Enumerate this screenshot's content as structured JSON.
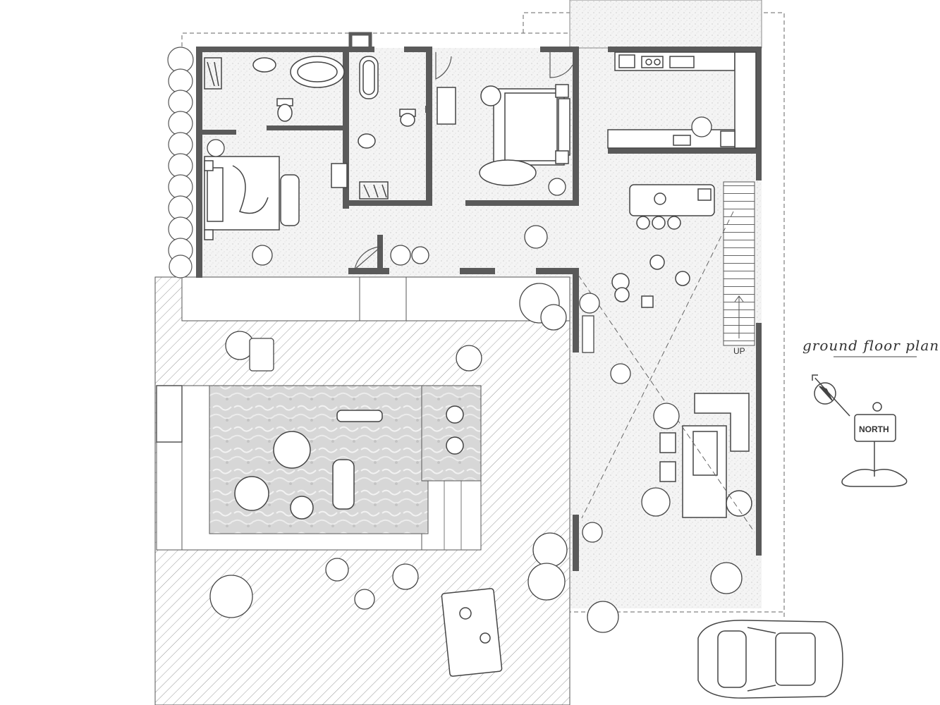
{
  "plan": {
    "title": "ground floor plan",
    "stair_label": "UP",
    "north_sign": "NORTH"
  },
  "colors": {
    "wall": "#5a5a5a",
    "floor_speckle": "#efefef",
    "deck_hatch": "#9a9a9a",
    "pool_water": "#d9d9d9",
    "line": "#444444"
  },
  "icons": [
    "north-arrow-icon",
    "north-sign-icon",
    "car-icon",
    "bed-icon",
    "bathtub-icon",
    "toilet-icon",
    "sofa-icon",
    "tree-icon",
    "stair-icon",
    "kitchen-counter-icon",
    "pool-float-icon",
    "person-icon"
  ]
}
